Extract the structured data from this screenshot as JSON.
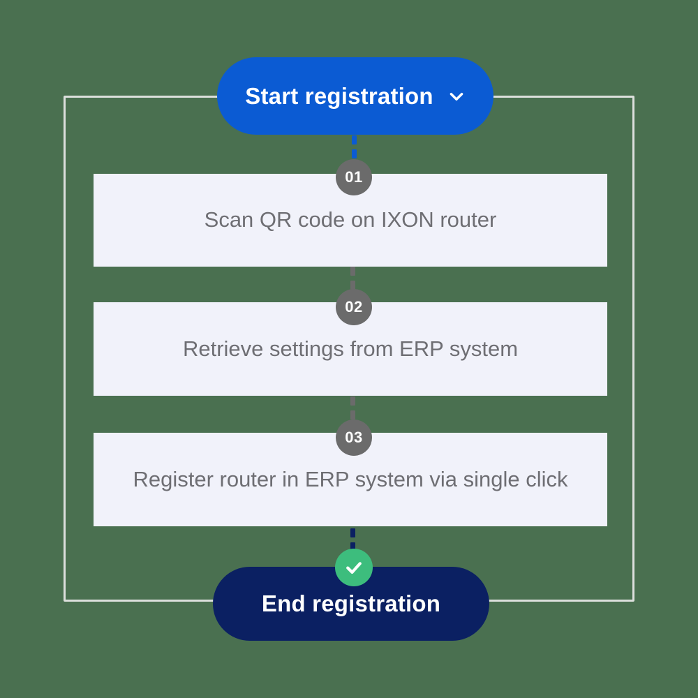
{
  "theme": {
    "background_color": "#4a7050",
    "frame_border_color": "#dcdfdc",
    "card_background": "#f1f2fa",
    "card_text_color": "#6e6e73",
    "start_button_color": "#0b5bd3",
    "end_button_color": "#0b2062",
    "badge_color": "#6b6b6b",
    "success_color": "#3dbd7d"
  },
  "flow": {
    "start": {
      "label": "Start registration",
      "icon": "chevron-down-icon"
    },
    "steps": [
      {
        "number": "01",
        "label": "Scan QR code on IXON router"
      },
      {
        "number": "02",
        "label": "Retrieve settings from ERP system"
      },
      {
        "number": "03",
        "label": "Register router in ERP system via single click"
      }
    ],
    "end": {
      "label": "End registration",
      "icon": "check-icon"
    }
  }
}
